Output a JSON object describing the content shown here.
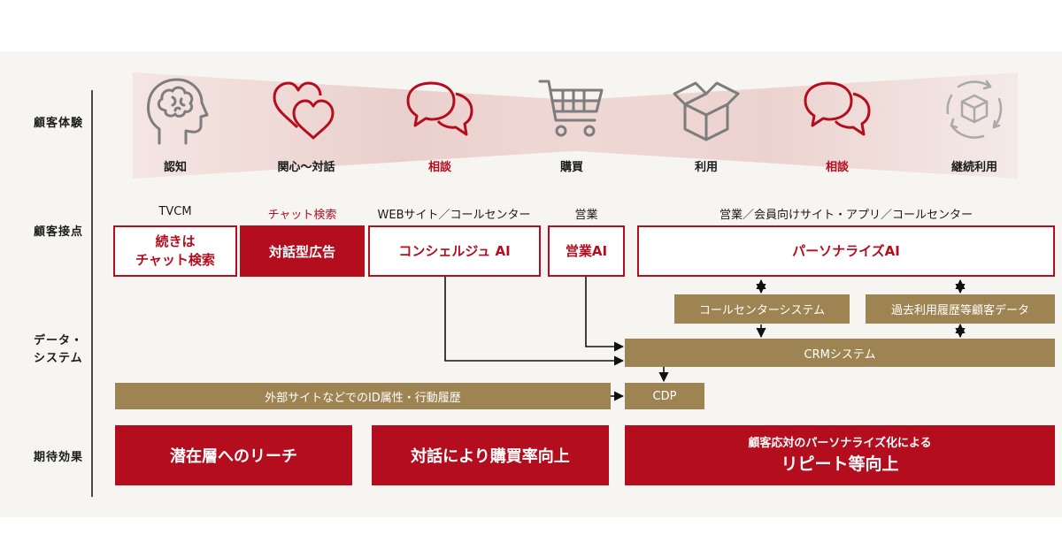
{
  "row_labels": {
    "experience": "顧客体験",
    "touchpoint": "顧客接点",
    "data_system_line1": "データ・",
    "data_system_line2": "システム",
    "effect": "期待効果"
  },
  "stages": [
    {
      "label": "認知",
      "icon": "brain-head-icon",
      "highlight": false
    },
    {
      "label": "関心〜対話",
      "icon": "hearts-icon",
      "highlight": false
    },
    {
      "label": "相談",
      "icon": "speech-bubbles-icon",
      "highlight": true
    },
    {
      "label": "購買",
      "icon": "shopping-cart-icon",
      "highlight": false
    },
    {
      "label": "利用",
      "icon": "open-box-icon",
      "highlight": false
    },
    {
      "label": "相談",
      "icon": "speech-bubbles-icon",
      "highlight": true
    },
    {
      "label": "継続利用",
      "icon": "cycle-cube-icon",
      "highlight": false
    }
  ],
  "touchpoints": {
    "tvcm": {
      "label": "TVCM",
      "box_line1": "続きは",
      "box_line2": "チャット検索"
    },
    "chat_search": {
      "label": "チャット検索",
      "box": "対話型広告"
    },
    "web_call": {
      "label": "WEBサイト／コールセンター",
      "box": "コンシェルジュ AI"
    },
    "sales": {
      "label": "営業",
      "box": "営業AI"
    },
    "members": {
      "label": "営業／会員向けサイト・アプリ／コールセンター",
      "box": "パーソナライズAI"
    }
  },
  "systems": {
    "call_center": "コールセンターシステム",
    "history": "過去利用履歴等顧客データ",
    "crm": "CRMシステム",
    "external": "外部サイトなどでのID属性・行動履歴",
    "cdp": "CDP"
  },
  "effects": {
    "reach": "潜在層へのリーチ",
    "purchase": "対話により購買率向上",
    "repeat_line1": "顧客応対のパーソナライズ化による",
    "repeat_line2": "リピート等向上"
  },
  "colors": {
    "red": "#b30d1e",
    "gold": "#9e8452",
    "background": "#f7f5f2",
    "icon_gray": "#7d7d7d"
  }
}
